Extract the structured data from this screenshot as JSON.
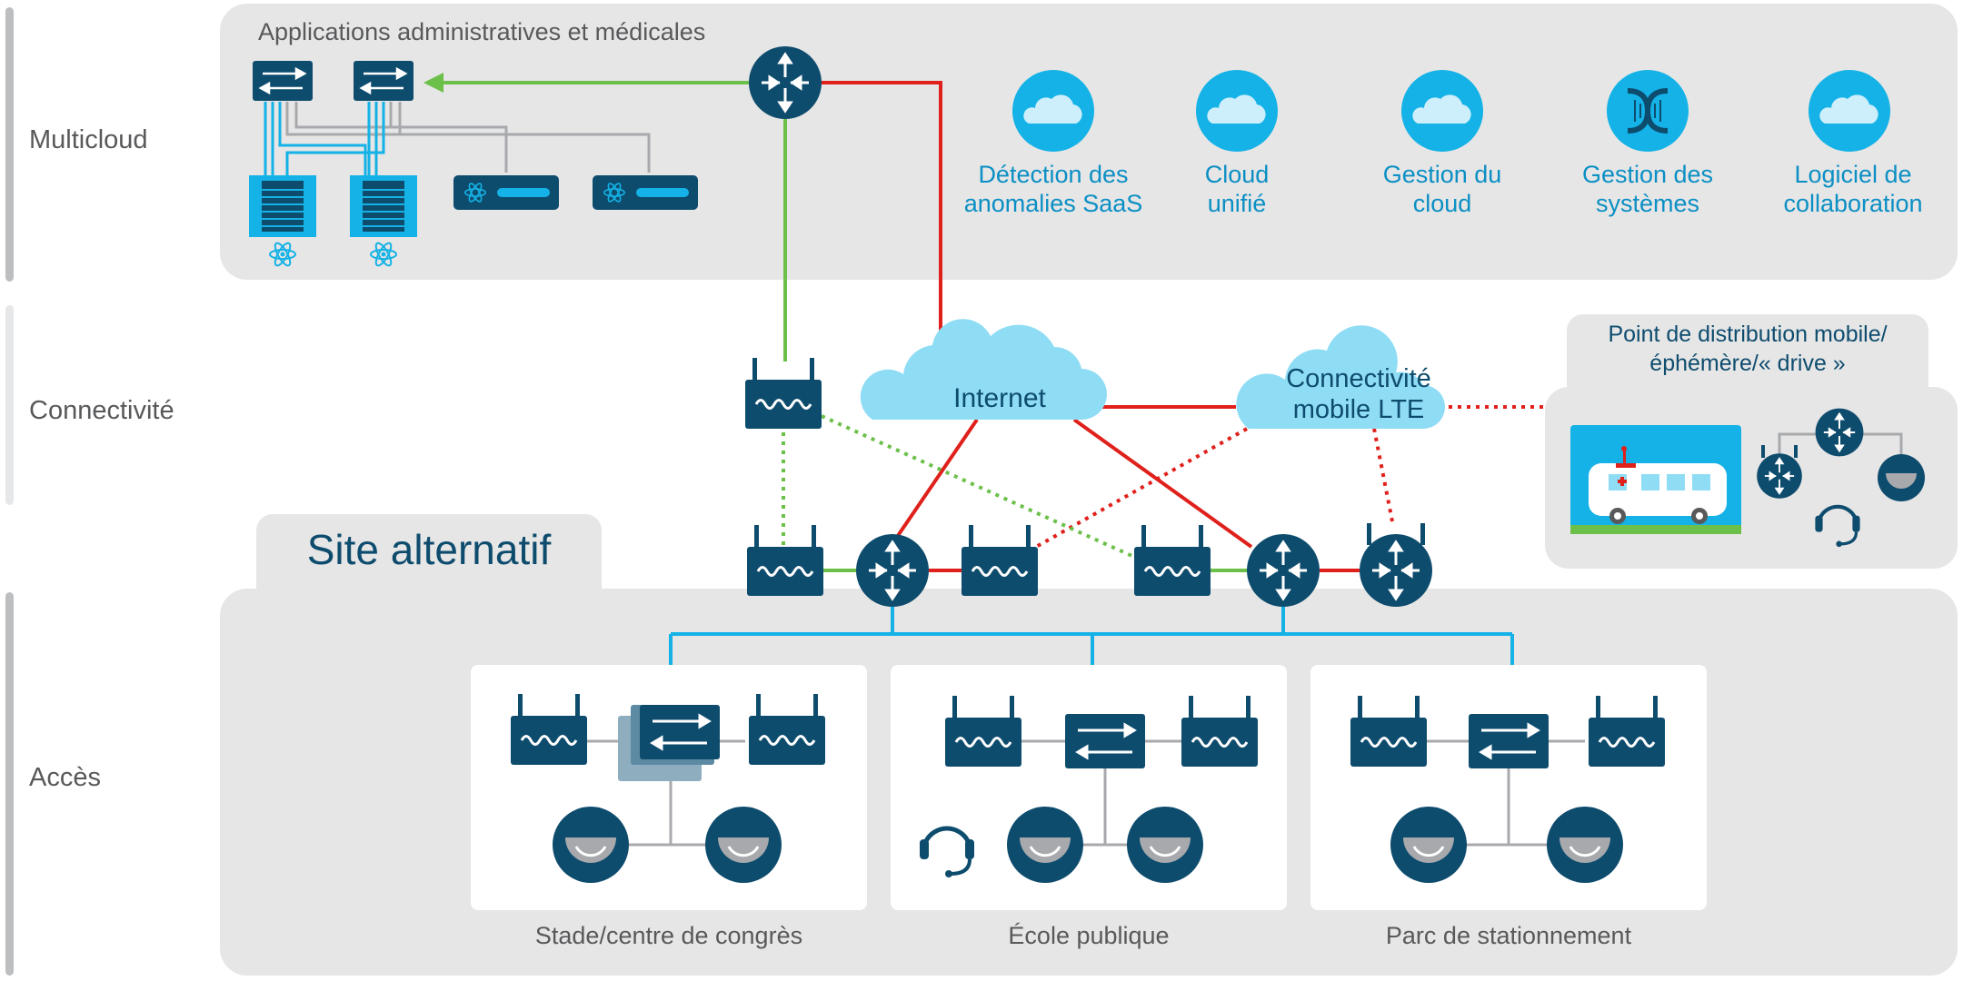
{
  "layers": {
    "multicloud": "Multicloud",
    "connectivity": "Connectivité",
    "access": "Accès"
  },
  "multicloud_panel": {
    "title": "Applications administratives et médicales",
    "services": [
      {
        "line1": "Détection des",
        "line2": "anomalies SaaS",
        "icon": "cloud-icon"
      },
      {
        "line1": "Cloud",
        "line2": "unifié",
        "icon": "cloud-icon"
      },
      {
        "line1": "Gestion du",
        "line2": "cloud",
        "icon": "cloud-icon"
      },
      {
        "line1": "Gestion des",
        "line2": "systèmes",
        "icon": "dna-icon"
      },
      {
        "line1": "Logiciel de",
        "line2": "collaboration",
        "icon": "cloud-icon"
      }
    ]
  },
  "connectivity": {
    "internet": "Internet",
    "lte_line1": "Connectivité",
    "lte_line2": "mobile LTE",
    "mobile_point_line1": "Point de distribution mobile/",
    "mobile_point_line2": "éphémère/« drive »"
  },
  "alt_site": "Site alternatif",
  "sites": [
    {
      "label": "Stade/centre de congrès"
    },
    {
      "label": "École publique"
    },
    {
      "label": "Parc de stationnement"
    }
  ],
  "colors": {
    "navy": "#0e4c6e",
    "cyan": "#14b2e6",
    "light_cloud": "#8fdcf5",
    "red_link": "#e0201b",
    "green_link": "#6cc04a",
    "grey_link": "#a7a9ac",
    "service_text": "#0b8fc4"
  }
}
